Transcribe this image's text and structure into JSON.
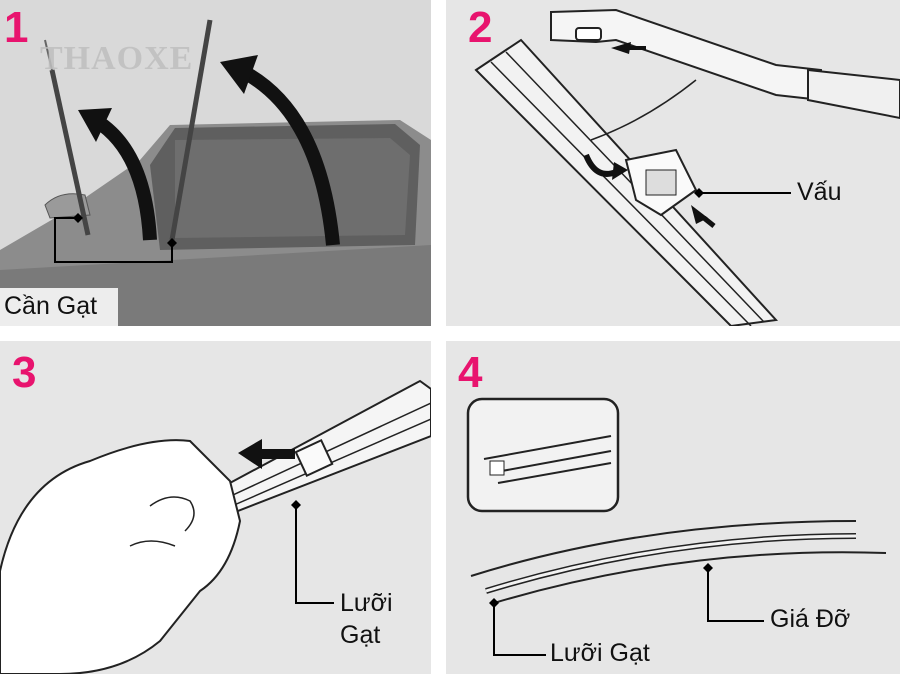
{
  "watermark": "THAOXE",
  "panels": [
    {
      "step": "1",
      "labels": {
        "arm": "Cần Gạt"
      }
    },
    {
      "step": "2",
      "labels": {
        "tab": "Vấu"
      }
    },
    {
      "step": "3",
      "labels": {
        "blade_line1": "Lưỡi",
        "blade_line2": "Gạt"
      }
    },
    {
      "step": "4",
      "labels": {
        "support": "Giá Đỡ",
        "blade": "Lưỡi Gạt"
      }
    }
  ],
  "colors": {
    "step_number": "#e8146e",
    "panel_bg": "#e6e6e6"
  }
}
